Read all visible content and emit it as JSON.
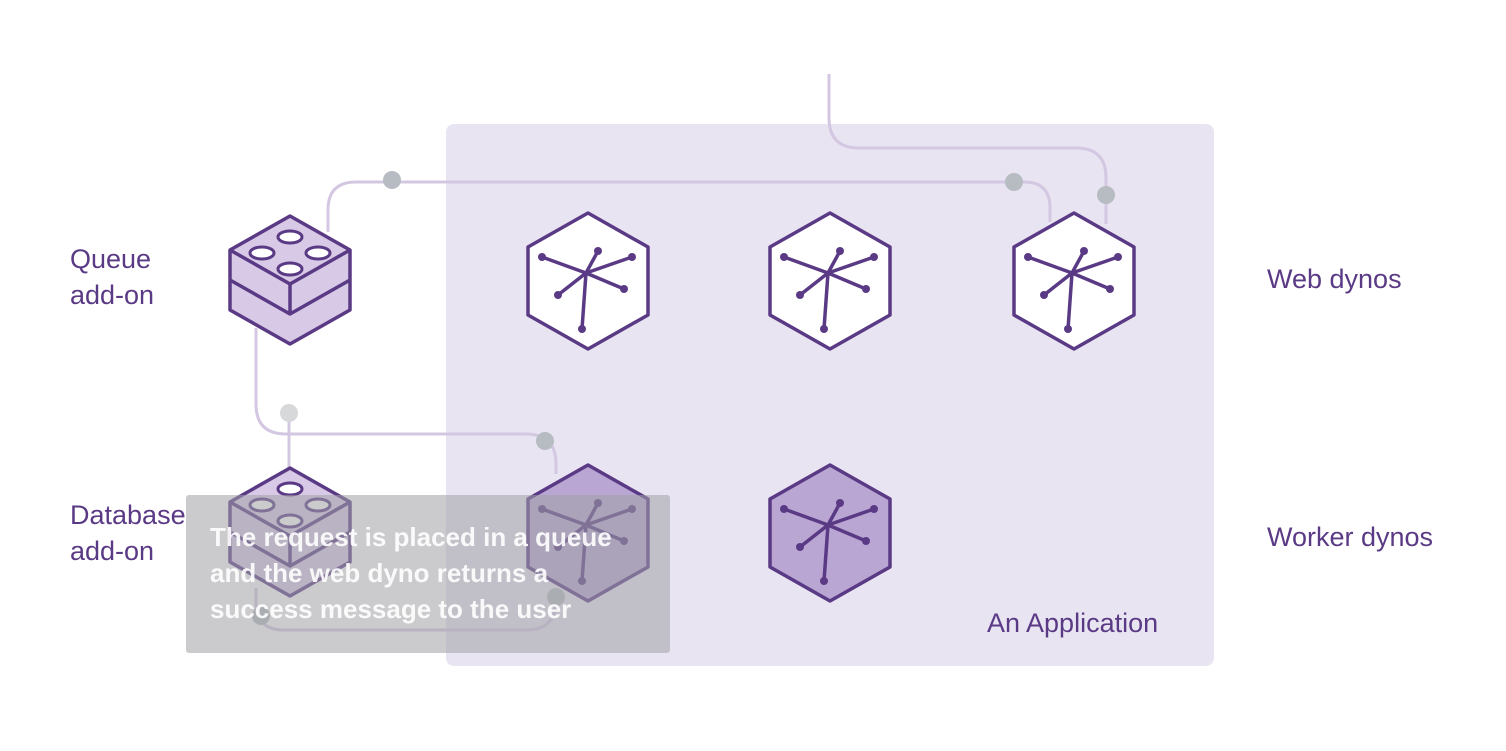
{
  "labels": {
    "queue_addon": [
      "Queue",
      "add-on"
    ],
    "database_addon": [
      "Database",
      "add-on"
    ],
    "web_dynos": "Web dynos",
    "worker_dynos": "Worker dynos",
    "application": "An Application"
  },
  "caption": "The request is placed in a queue and the web dyno returns a success message to the user",
  "colors": {
    "purple": "#5a3a85",
    "application_bg": "#e9e4f2",
    "connector": "#d4c7e2",
    "node_fill_light": "#ffffff",
    "node_fill_dark": "#b9a6d3",
    "addon_fill": "#d8c9e6",
    "dot": "#b6bcc2"
  },
  "icons": {
    "addon": "database-cylinder-icon",
    "dyno": "hexagon-dyno-icon"
  }
}
